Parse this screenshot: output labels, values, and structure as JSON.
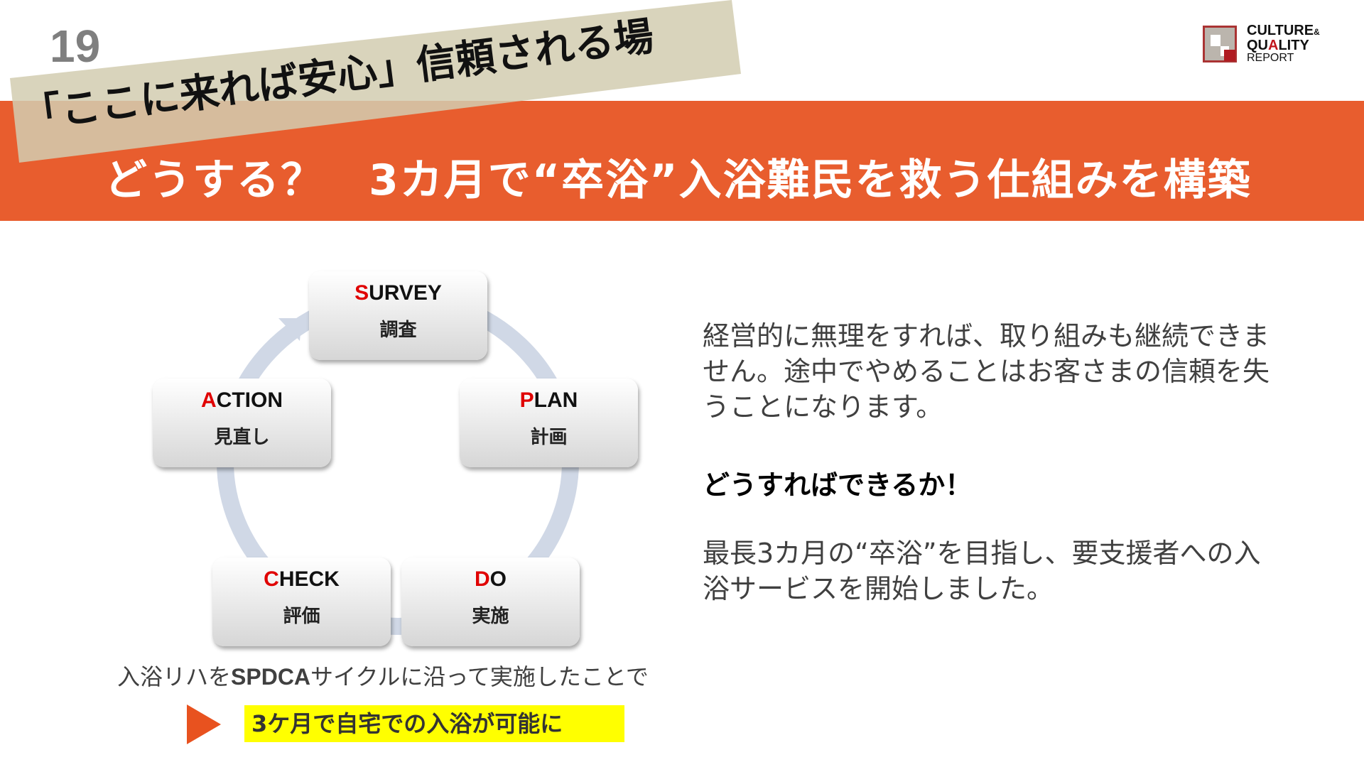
{
  "page_number": "19",
  "banner": {
    "text": "「ここに来れば安心」信頼される場"
  },
  "header": {
    "subtitle": "どうする？　3カ月で“卒浴”入浴難民を救う仕組みを構築"
  },
  "logo": {
    "line1": "CULTURE",
    "amp": "&",
    "line2_a": "QU",
    "line2_b": "A",
    "line2_c": "LITY",
    "line3": "REPORT"
  },
  "colors": {
    "band": "#e85d2e",
    "banner": "#d2cdb0",
    "accent_red": "#e00000",
    "highlight": "#ffff00",
    "ring": "#d0d8e6"
  },
  "cycle": [
    {
      "first": "S",
      "rest": "URVEY",
      "ja": "調査"
    },
    {
      "first": "P",
      "rest": "LAN",
      "ja": "計画"
    },
    {
      "first": "D",
      "rest": "O",
      "ja": "実施"
    },
    {
      "first": "C",
      "rest": "HECK",
      "ja": "評価"
    },
    {
      "first": "A",
      "rest": "CTION",
      "ja": "見直し"
    }
  ],
  "body": {
    "para1": [
      "経営的に無理をすれば、取り組みも継続できま",
      "せん。途中でやめることはお客さまの信頼を失",
      "うことになります。"
    ],
    "question": "どうすればできるか！",
    "para2": [
      "最長3カ月の“卒浴”を目指し、要支援者への入",
      "浴サービスを開始しました。"
    ]
  },
  "caption": {
    "pre": "入浴リハを",
    "bold": "SPDCA",
    "post": "サイクルに沿って実施したことで"
  },
  "result": "3ケ月で自宅での入浴が可能に"
}
